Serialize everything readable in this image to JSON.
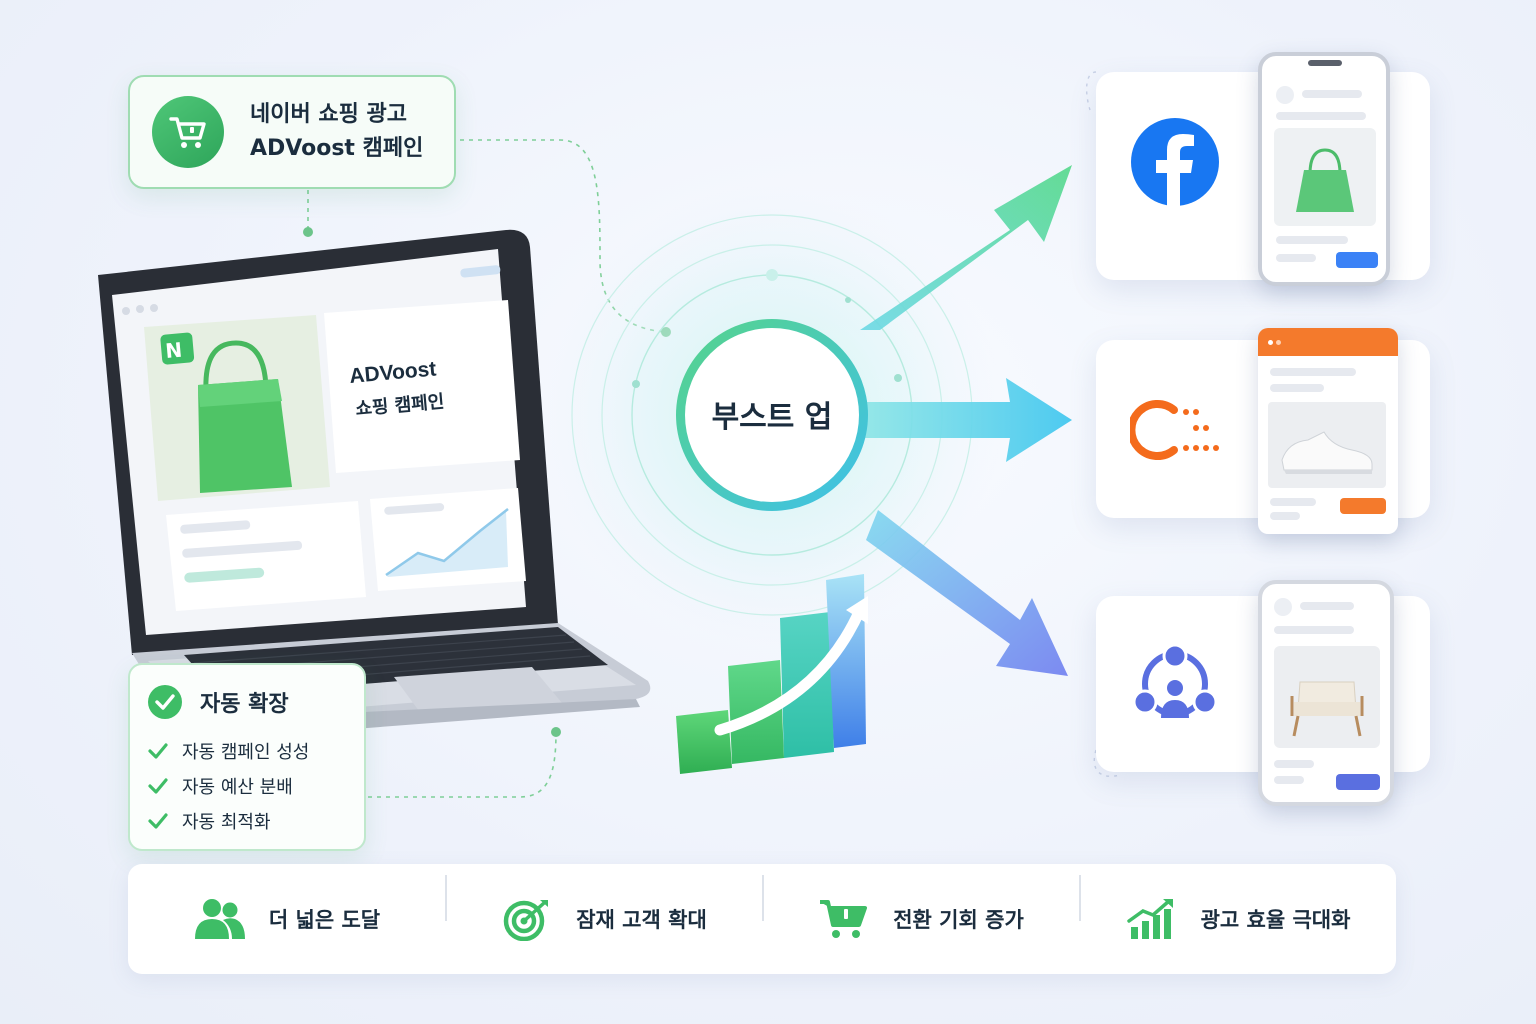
{
  "campaign_card": {
    "line1": "네이버 쇼핑 광고",
    "line2": "ADVoost 캠페인",
    "icon": "shopping-cart-icon"
  },
  "laptop": {
    "screen_title": "ADVoost",
    "screen_subtitle": "쇼핑 캠페인",
    "badge": "N",
    "badge_color": "#3ebd66"
  },
  "boost": {
    "label": "부스트 업"
  },
  "auto_card": {
    "title": "자동 확장",
    "items": [
      "자동 캠페인 성성",
      "자동 예산 분배",
      "자동 최적화"
    ]
  },
  "platforms": [
    {
      "name": "facebook",
      "icon": "facebook-icon",
      "color": "#1877f2",
      "product": "bag"
    },
    {
      "name": "criteo",
      "icon": "criteo-icon",
      "color": "#f46b1c",
      "product": "shoes"
    },
    {
      "name": "audience-network",
      "icon": "audience-network-icon",
      "color": "#5a6fe0",
      "product": "chair"
    }
  ],
  "benefits": [
    {
      "label": "더 넓은 도달",
      "icon": "users-icon"
    },
    {
      "label": "잠재 고객 확대",
      "icon": "target-icon"
    },
    {
      "label": "전환 기회 증가",
      "icon": "cart-icon"
    },
    {
      "label": "광고 효율 극대화",
      "icon": "growth-chart-icon"
    }
  ],
  "colors": {
    "green": "#3ebd66",
    "teal": "#3fd0c0",
    "blue": "#4a90f0",
    "indigo": "#6b73e8"
  }
}
